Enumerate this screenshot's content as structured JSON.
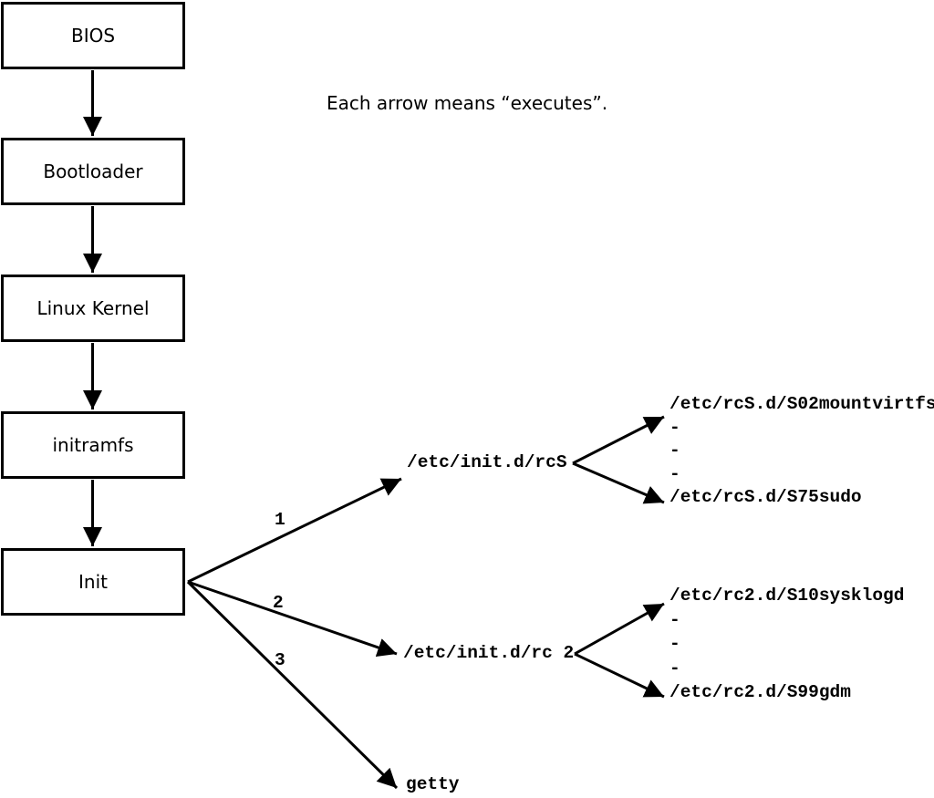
{
  "note": "Each arrow means “executes”.",
  "chain": [
    "BIOS",
    "Bootloader",
    "Linux Kernel",
    "initramfs",
    "Init"
  ],
  "init_branches": [
    {
      "label": "1",
      "target": "/etc/init.d/rcS"
    },
    {
      "label": "2",
      "target": "/etc/init.d/rc 2"
    },
    {
      "label": "3",
      "target": "getty"
    }
  ],
  "rcS_scripts": [
    "/etc/rcS.d/S02mountvirtfs",
    "-",
    "-",
    "-",
    "/etc/rcS.d/S75sudo"
  ],
  "rc2_scripts": [
    "/etc/rc2.d/S10sysklogd",
    "-",
    "-",
    "-",
    "/etc/rc2.d/S99gdm"
  ],
  "colors": {
    "line": "#000000",
    "background": "#ffffff",
    "box_fill": "#ffffff"
  }
}
